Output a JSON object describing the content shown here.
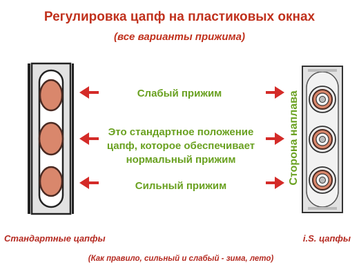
{
  "title": "Регулировка цапф на пластиковых окнах",
  "subtitle": "(все варианты прижима)",
  "labels": {
    "weak": "Слабый прижим",
    "standard_line1": "Это стандартное положение",
    "standard_line2": "цапф, которое обеспечивает",
    "standard_line3": "нормальный прижим",
    "strong": "Сильный прижим",
    "sash_side": "Сторона наплава"
  },
  "captions": {
    "left": "Стандартные цапфы",
    "right": "i.S. цапфы",
    "note": "(Как правило, сильный и слабый - зима, лето)"
  },
  "colors": {
    "title_red": "#c0311d",
    "label_green": "#6aa121",
    "arrow_red": "#d42b28",
    "caption_red": "#b52b22",
    "pin_fill": "#d9876c",
    "pin_stroke": "#4a2a22",
    "frame_gray": "#e2e2e2",
    "frame_stroke": "#222222"
  },
  "icons": {
    "arrow_right": "arrow-right-icon",
    "arrow_left": "arrow-left-icon",
    "standard_pin": "oval-cam-icon",
    "is_pin": "round-cam-icon"
  }
}
